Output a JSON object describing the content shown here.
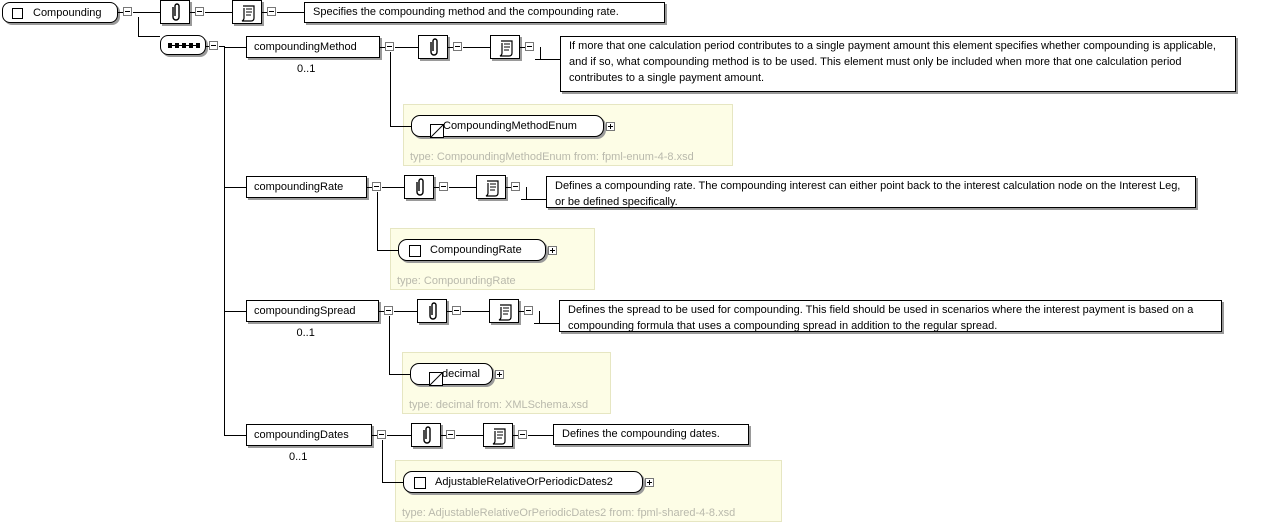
{
  "root": {
    "name": "Compounding",
    "documentation": "Specifies the compounding method and the compounding rate."
  },
  "sequence": {
    "kind": "sequence"
  },
  "children": [
    {
      "name": "compoundingMethod",
      "occurrence": "0..1",
      "documentation": "If more that one calculation period contributes to a single payment amount this element specifies whether compounding is applicable, and if so, what compounding method is to be used. This element must only be included when more that one calculation period contributes to a single payment amount.",
      "type_name": "CompoundingMethodEnum",
      "type_kind": "simple",
      "type_label": "type: CompoundingMethodEnum from: fpml-enum-4-8.xsd"
    },
    {
      "name": "compoundingRate",
      "occurrence": "",
      "documentation": "Defines a compounding rate. The compounding interest can either point back to the interest calculation node on the Interest Leg, or be defined specifically.",
      "type_name": "CompoundingRate",
      "type_kind": "complex",
      "type_label": "type: CompoundingRate"
    },
    {
      "name": "compoundingSpread",
      "occurrence": "0..1",
      "documentation": "Defines the spread to be used for compounding. This field should be used in scenarios where the interest payment is based on a compounding formula that uses a compounding spread in addition to the regular spread.",
      "type_name": "decimal",
      "type_kind": "simple",
      "type_label": "type: decimal from: XMLSchema.xsd"
    },
    {
      "name": "compoundingDates",
      "occurrence": "0..1",
      "documentation": "Defines the compounding dates.",
      "type_name": "AdjustableRelativeOrPeriodicDates2",
      "type_kind": "complex",
      "type_label": "type: AdjustableRelativeOrPeriodicDates2 from: fpml-shared-4-8.xsd"
    }
  ],
  "icons": {
    "annotation": "paperclip-icon",
    "documentation": "scroll-icon",
    "collapse": "minus-box-icon",
    "expand": "plus-box-icon",
    "simple_type": "simple-type-icon",
    "complex_type": "complex-type-icon"
  },
  "colors": {
    "type_box_bg": "#fdfde6",
    "type_box_border": "#e6e6c2",
    "type_label": "#b9b9ac",
    "shadow": "#9a9a9a"
  }
}
